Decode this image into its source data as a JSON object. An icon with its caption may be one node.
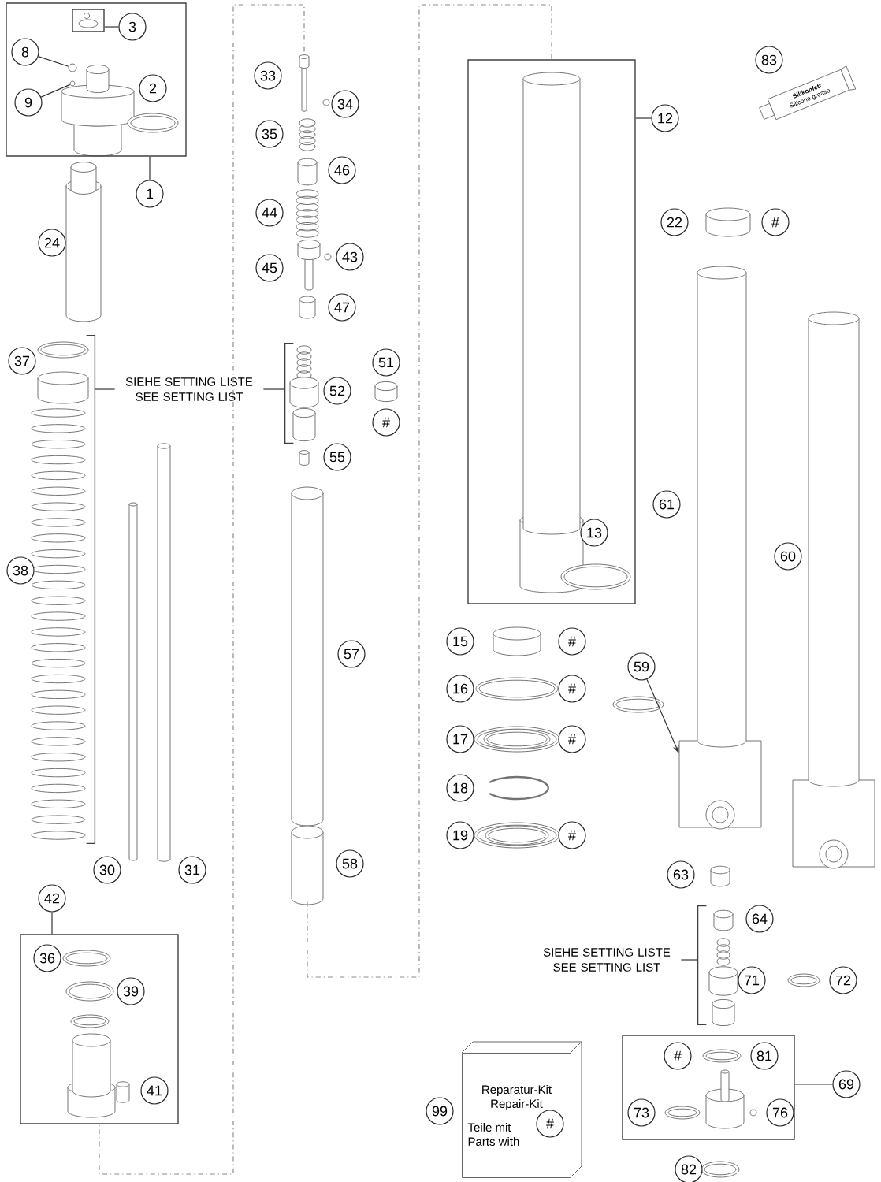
{
  "diagram": {
    "nodes": [
      {
        "text": [],
        "shape": "box"
      },
      {
        "text": [],
        "shape": "box",
        "in": 0
      },
      {
        "text": [
          "3"
        ],
        "in": 0
      },
      {
        "text": [
          "8"
        ],
        "in": 0
      },
      {
        "text": [
          "9"
        ],
        "in": 0
      },
      {
        "text": [
          "2"
        ],
        "in": 0
      },
      {
        "text": [
          "1"
        ]
      },
      {
        "text": [
          "24"
        ]
      },
      {
        "text": [
          "37"
        ]
      },
      {
        "text": [
          "38"
        ]
      },
      {
        "text": [
          "30"
        ]
      },
      {
        "text": [
          "31"
        ]
      },
      {
        "text": [
          "42"
        ]
      },
      {
        "text": [],
        "shape": "box"
      },
      {
        "text": [
          "36"
        ],
        "in": 13
      },
      {
        "text": [
          "39"
        ],
        "in": 13
      },
      {
        "text": [
          "41"
        ],
        "in": 13
      },
      {
        "text": [
          "33"
        ]
      },
      {
        "text": [
          "34"
        ]
      },
      {
        "text": [
          "35"
        ]
      },
      {
        "text": [
          "46"
        ]
      },
      {
        "text": [
          "44"
        ]
      },
      {
        "text": [
          "45"
        ]
      },
      {
        "text": [
          "43"
        ]
      },
      {
        "text": [
          "47"
        ]
      },
      {
        "text": [
          "51"
        ]
      },
      {
        "text": [
          "52"
        ]
      },
      {
        "text": [
          "#"
        ]
      },
      {
        "text": [
          "55"
        ]
      },
      {
        "text": [
          "57"
        ]
      },
      {
        "text": [
          "58"
        ]
      },
      {
        "text": [],
        "shape": "box"
      },
      {
        "text": [
          "12"
        ]
      },
      {
        "text": [
          "13"
        ],
        "in": 31
      },
      {
        "text": [
          "83"
        ]
      },
      {
        "text": [
          "22"
        ]
      },
      {
        "text": [
          "#"
        ]
      },
      {
        "text": [
          "61"
        ]
      },
      {
        "text": [
          "60"
        ]
      },
      {
        "text": [
          "15"
        ]
      },
      {
        "text": [
          "#"
        ]
      },
      {
        "text": [
          "16"
        ]
      },
      {
        "text": [
          "#"
        ]
      },
      {
        "text": [
          "17"
        ]
      },
      {
        "text": [
          "#"
        ]
      },
      {
        "text": [
          "18"
        ]
      },
      {
        "text": [
          "19"
        ]
      },
      {
        "text": [
          "#"
        ]
      },
      {
        "text": [
          "59"
        ]
      },
      {
        "text": [
          "63"
        ]
      },
      {
        "text": [
          "64"
        ]
      },
      {
        "text": [
          "71"
        ]
      },
      {
        "text": [
          "72"
        ]
      },
      {
        "text": [],
        "shape": "box"
      },
      {
        "text": [
          "#"
        ],
        "in": 53
      },
      {
        "text": [
          "81"
        ],
        "in": 53
      },
      {
        "text": [
          "73"
        ],
        "in": 53
      },
      {
        "text": [
          "76"
        ],
        "in": 53
      },
      {
        "text": [
          "69"
        ]
      },
      {
        "text": [
          "82"
        ]
      },
      {
        "text": [
          "99"
        ]
      },
      {
        "text": [
          "Reparatur-Kit Repair-Kit",
          "Teile mit Parts with"
        ]
      },
      {
        "text": [
          "#"
        ],
        "in": 61
      },
      {
        "text": [
          "SIEHE SETTING LISTE SEE SETTING LIST"
        ]
      },
      {
        "text": [],
        "shape": "bracket"
      },
      {
        "text": [],
        "shape": "bracket"
      },
      {
        "text": [
          "SIEHE SETTING LISTE SEE SETTING LIST"
        ]
      },
      {
        "text": [],
        "shape": "bracket"
      },
      {
        "text": [],
        "shape": "circle",
        "in": 0
      },
      {
        "text": [],
        "shape": "circle",
        "in": 0
      },
      {
        "text": [],
        "shape": "cylinder"
      },
      {
        "text": [],
        "shape": "cylinder"
      },
      {
        "text": [],
        "shape": "cylinder"
      }
    ],
    "edges": [
      {
        "from": 6,
        "to": 0,
        "arrow": "none"
      },
      {
        "from": 2,
        "to": 1,
        "arrow": "none"
      },
      {
        "from": 3,
        "to": 68,
        "arrow": "none"
      },
      {
        "from": 4,
        "to": 69,
        "arrow": "none"
      },
      {
        "from": 32,
        "to": 31,
        "arrow": "none"
      },
      {
        "from": 12,
        "to": 13,
        "arrow": "none"
      },
      {
        "from": 58,
        "to": 53,
        "arrow": "none"
      },
      {
        "from": 48,
        "to": 70,
        "arrow": "to"
      },
      {
        "from": 63,
        "to": 64,
        "arrow": "none"
      },
      {
        "from": 63,
        "to": 65,
        "arrow": "none"
      },
      {
        "from": 66,
        "to": 67,
        "arrow": "none"
      },
      {
        "from": 72,
        "to": 13,
        "arrow": "none",
        "style": "dashed",
        "color": "#8c8c8c"
      },
      {
        "from": 71,
        "to": 31,
        "arrow": "none",
        "style": "dashed",
        "color": "#8c8c8c"
      }
    ],
    "labels": [
      "Silikonfett",
      "Silicone grease"
    ]
  }
}
